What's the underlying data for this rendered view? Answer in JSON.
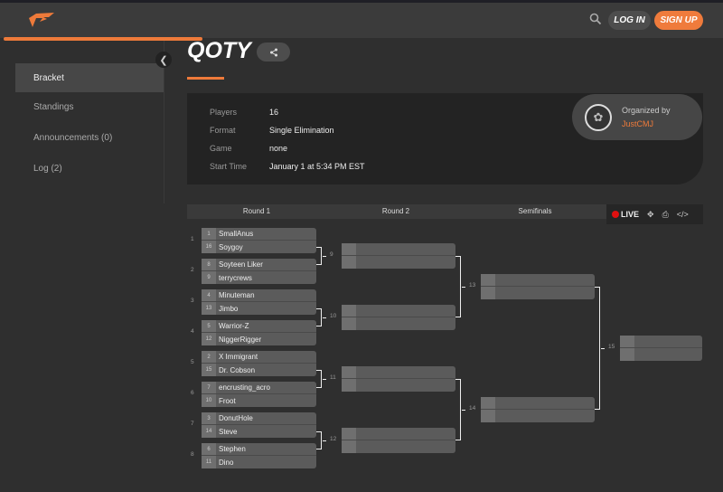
{
  "header": {
    "login": "LOG IN",
    "signup": "SIGN UP"
  },
  "sidebar": {
    "items": [
      {
        "label": "Bracket",
        "active": true
      },
      {
        "label": "Standings"
      },
      {
        "label": "Announcements (0)"
      },
      {
        "label": "Log (2)"
      }
    ]
  },
  "tournament": {
    "title": "QOTY",
    "info": [
      {
        "label": "Players",
        "value": "16"
      },
      {
        "label": "Format",
        "value": "Single Elimination"
      },
      {
        "label": "Game",
        "value": "none"
      },
      {
        "label": "Start Time",
        "value": "January 1 at 5:34 PM EST"
      }
    ],
    "organizer_label": "Organized by",
    "organizer": "JustCMJ"
  },
  "bracket": {
    "rounds": [
      "Round 1",
      "Round 2",
      "Semifinals"
    ],
    "toolbar": {
      "live": "LIVE"
    },
    "round1": [
      {
        "num": "1",
        "players": [
          {
            "seed": "1",
            "name": "SmallAnus"
          },
          {
            "seed": "16",
            "name": "Soygoy"
          }
        ]
      },
      {
        "num": "2",
        "players": [
          {
            "seed": "8",
            "name": "Soyteen Liker"
          },
          {
            "seed": "9",
            "name": "terrycrews"
          }
        ]
      },
      {
        "num": "3",
        "players": [
          {
            "seed": "4",
            "name": "Minuteman"
          },
          {
            "seed": "13",
            "name": "Jimbo"
          }
        ]
      },
      {
        "num": "4",
        "players": [
          {
            "seed": "5",
            "name": "Warrior-Z"
          },
          {
            "seed": "12",
            "name": "NiggerRigger"
          }
        ]
      },
      {
        "num": "5",
        "players": [
          {
            "seed": "2",
            "name": "X Immigrant"
          },
          {
            "seed": "15",
            "name": "Dr. Cobson"
          }
        ]
      },
      {
        "num": "6",
        "players": [
          {
            "seed": "7",
            "name": "encrusting_acro"
          },
          {
            "seed": "10",
            "name": "Froot"
          }
        ]
      },
      {
        "num": "7",
        "players": [
          {
            "seed": "3",
            "name": "DonutHole"
          },
          {
            "seed": "14",
            "name": "Steve"
          }
        ]
      },
      {
        "num": "8",
        "players": [
          {
            "seed": "6",
            "name": "Stephen"
          },
          {
            "seed": "11",
            "name": "Dino"
          }
        ]
      }
    ],
    "later_match_numbers": [
      [
        "9",
        "10",
        "11",
        "12"
      ],
      [
        "13",
        "14"
      ],
      [
        "15"
      ]
    ]
  }
}
